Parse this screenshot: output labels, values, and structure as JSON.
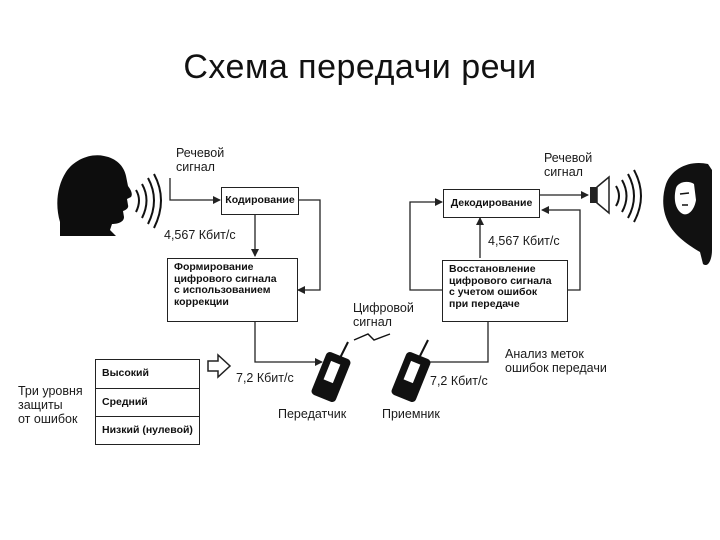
{
  "title": "Схема передачи речи",
  "labels": {
    "speech_in": [
      "Речевой",
      "сигнал"
    ],
    "speech_out": [
      "Речевой",
      "сигнал"
    ],
    "rate_in": "4,567 Кбит/с",
    "rate_out": "4,567 Кбит/с",
    "digital_signal": [
      "Цифровой",
      "сигнал"
    ],
    "tx_rate": "7,2 Кбит/с",
    "rx_rate": "7,2 Кбит/с",
    "transmitter": "Передатчик",
    "receiver": "Приемник",
    "analysis": [
      "Анализ меток",
      "ошибок передачи"
    ],
    "levels_caption": [
      "Три уровня",
      "защиты",
      "от ошибок"
    ]
  },
  "blocks": {
    "encoding": "Кодирование",
    "forming": [
      "Формирование",
      "цифрового сигнала",
      "с использованием",
      "коррекции"
    ],
    "decoding": "Декодирование",
    "restoring": [
      "Восстановление",
      "цифрового сигнала",
      "с учетом ошибок",
      "при передаче"
    ]
  },
  "protection_levels": [
    "Высокий",
    "Средний",
    "Низкий (нулевой)"
  ],
  "icons": [
    "speaker-head-icon",
    "listener-head-icon",
    "loudspeaker-icon",
    "sound-waves-icon",
    "transmitter-radio-icon",
    "receiver-radio-icon",
    "lightning-icon",
    "hollow-arrow-icon"
  ]
}
